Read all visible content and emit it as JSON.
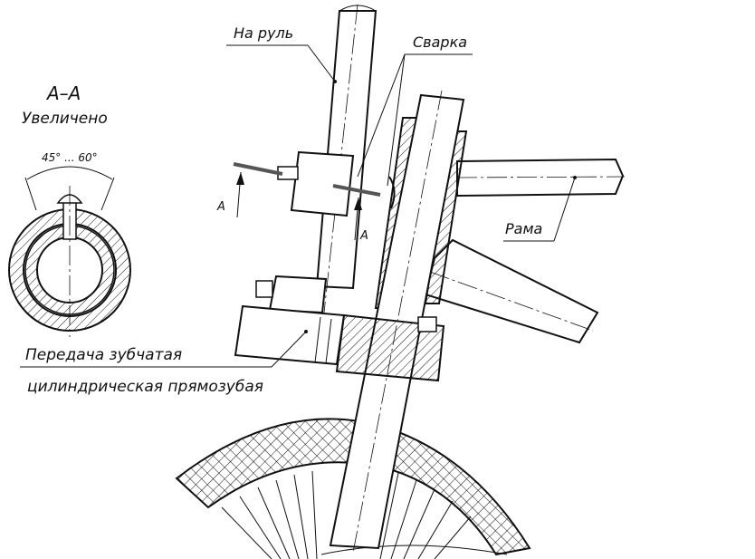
{
  "section": {
    "title": "А–А",
    "subtitle": "Увеличено",
    "angle": "45° ... 60°"
  },
  "labels": {
    "steering": "На руль",
    "weld": "Сварка",
    "frame": "Рама",
    "gear_line1": "Передача зубчатая",
    "gear_line2": "цилиндрическая прямозубая",
    "section_mark_left": "А",
    "section_mark_right": "А"
  }
}
